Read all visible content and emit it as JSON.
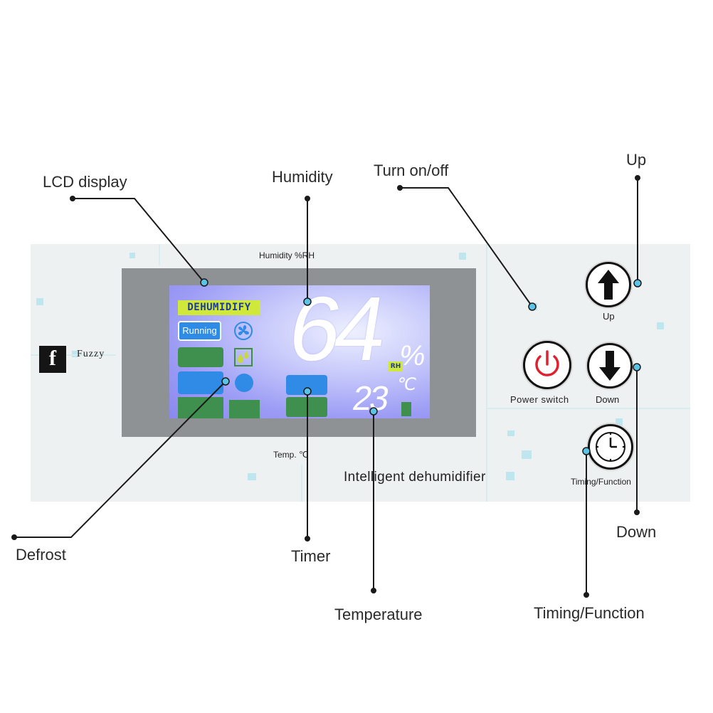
{
  "callouts": {
    "lcd_display": "LCD display",
    "humidity": "Humidity",
    "turn_on_off": "Turn on/off",
    "up": "Up",
    "defrost": "Defrost",
    "timer": "Timer",
    "temperature": "Temperature",
    "down": "Down",
    "timing_function": "Timing/Function"
  },
  "panel": {
    "humidity_label": "Humidity %RH",
    "temp_label": "Temp. ℃",
    "product_name": "Intelligent dehumidifier",
    "brand_mark": "f",
    "brand_name": "Fuzzy"
  },
  "lcd": {
    "mode": "DEHUMIDIFY",
    "status": "Running",
    "humidity_value": "64",
    "humidity_unit": "%",
    "humidity_unit_tag": "RH",
    "temperature_value": "23",
    "temperature_unit": "℃"
  },
  "buttons": {
    "up_label": "Up",
    "down_label": "Down",
    "power_label": "Power switch",
    "timing_label": "Timing/Function"
  },
  "colors": {
    "lcd_blue": "#2f8be6",
    "lcd_green": "#3f8f4e",
    "lcd_yellow": "#cfe83a",
    "power_red": "#e0202e",
    "marker_blue": "#5bc3e6"
  }
}
